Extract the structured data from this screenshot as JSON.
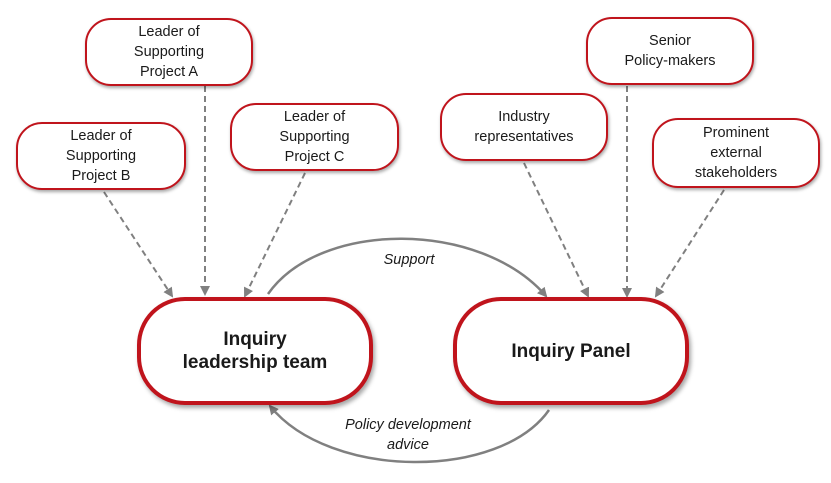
{
  "nodes": {
    "leader_a": "Leader of\nSupporting\nProject A",
    "leader_b": "Leader of\nSupporting\nProject B",
    "leader_c": "Leader of\nSupporting\nProject C",
    "industry": "Industry\nrepresentatives",
    "senior": "Senior\nPolicy-makers",
    "prominent": "Prominent\nexternal\nstakeholders",
    "inquiry_leadership": "Inquiry\nleadership team",
    "inquiry_panel": "Inquiry  Panel"
  },
  "edge_labels": {
    "support": "Support",
    "policy_advice": "Policy development\nadvice"
  },
  "colors": {
    "border": "#c0141c",
    "arrow": "#808080"
  }
}
